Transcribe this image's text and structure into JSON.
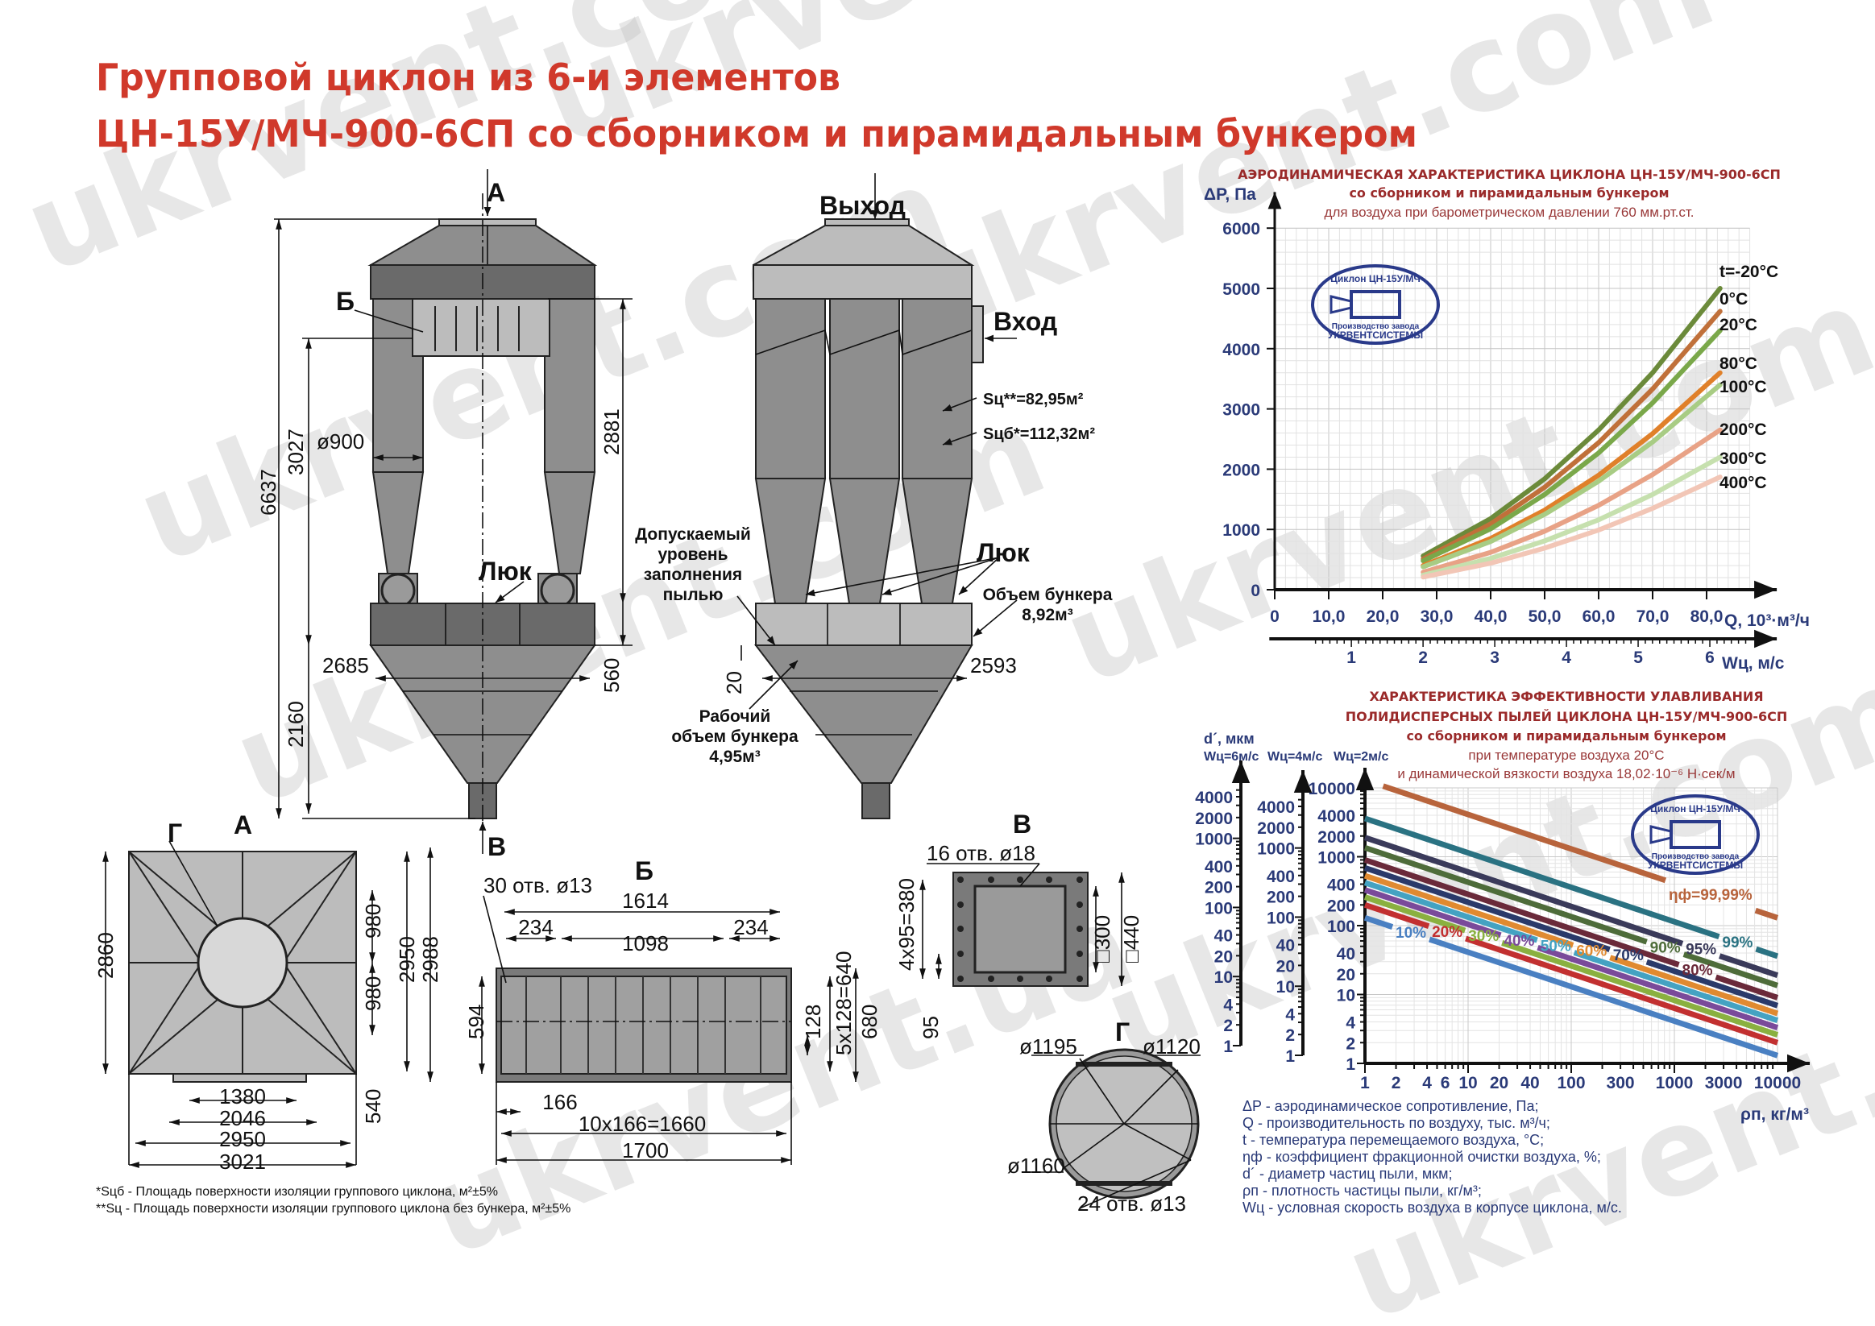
{
  "title": {
    "line1": "Групповой циклон из 6-и элементов",
    "line2": "ЦН-15У/МЧ-900-6СП со сборником и пирамидальным бункером"
  },
  "watermarks": [
    "ukrvent.com",
    "ukrvent.ua",
    "www.ukrvent.com"
  ],
  "front_view": {
    "arrow_a": "А",
    "label_b": "Б",
    "hatch": "Люк",
    "diameter": "ø900",
    "dims": {
      "total": "6637",
      "upper": "3027",
      "lower": "2160",
      "body": "2881",
      "collector": "560",
      "width": "2685"
    },
    "arrow_v": "В"
  },
  "side_view": {
    "outlet": "Выход",
    "inlet": "Вход",
    "s_c": "Sц**=82,95м²",
    "s_cb": "Sцб*=112,32м²",
    "fill_level": [
      "Допускаемый",
      "уровень",
      "заполнения",
      "пылью"
    ],
    "hatch": "Люк",
    "hopper_volume": [
      "Объем бункера",
      "8,92м³"
    ],
    "width": "2593",
    "gap": "20",
    "working_volume": [
      "Рабочий",
      "объем бункера",
      "4,95м³"
    ]
  },
  "view_a": {
    "label": "А",
    "label_g": "Г",
    "dims": {
      "h2860": "2860",
      "h980a": "980",
      "h980b": "980",
      "h2950": "2950",
      "h2988": "2988",
      "h540": "540",
      "w1380": "1380",
      "w2046": "2046",
      "w2950": "2950",
      "w3021": "3021"
    }
  },
  "view_b": {
    "label": "Б",
    "holes": "30 отв. ø13",
    "dims": {
      "w1614": "1614",
      "w234a": "234",
      "w234b": "234",
      "w1098": "1098",
      "h594": "594",
      "h128": "128",
      "h640": "5x128=640",
      "h680": "680",
      "w166": "166",
      "w1660": "10x166=1660",
      "w1700": "1700"
    }
  },
  "view_v": {
    "label": "В",
    "holes": "16 отв. ø18",
    "dims": {
      "h380": "4x95=380",
      "sq300": "□300",
      "sq440": "□440",
      "h95": "95"
    }
  },
  "view_g": {
    "label": "Г",
    "d1195": "ø1195",
    "d1120": "ø1120",
    "d1160": "ø1160",
    "holes": "24 отв. ø13"
  },
  "footnotes": [
    "*Sцб - Площадь поверхности изоляции группового циклона, м²±5%",
    "**Sц - Площадь поверхности изоляции группового циклона без бункера, м²±5%"
  ],
  "stamp": {
    "top": "Циклон ЦН-15У/МЧ",
    "bottom1": "Производство завода",
    "bottom2": "УКРВЕНТСИСТЕМЫ"
  },
  "chart_data": [
    {
      "type": "line",
      "title": "АЭРОДИНАМИЧЕСКАЯ  ХАРАКТЕРИСТИКА  ЦИКЛОНА ЦН-15У/МЧ-900-6СП",
      "subtitle": "со сборником и пирамидальным бункером",
      "note": "для воздуха при барометрическом давлении 760 мм.рт.ст.",
      "ylabel": "ΔP, Па",
      "xlabel": "Q, 10³·м³/ч",
      "x2label": "Wц, м/с",
      "xlim": [
        0,
        88
      ],
      "ylim": [
        0,
        6000
      ],
      "xticks": [
        "0",
        "10,0",
        "20,0",
        "30,0",
        "40,0",
        "50,0",
        "60,0",
        "70,0",
        "80,0"
      ],
      "xtick_values": [
        0,
        10,
        20,
        30,
        40,
        50,
        60,
        70,
        80
      ],
      "yticks": [
        0,
        1000,
        2000,
        3000,
        4000,
        5000,
        6000
      ],
      "x2ticks": [
        1,
        2,
        3,
        4,
        5,
        6
      ],
      "grid": true,
      "x": [
        27.5,
        40,
        50,
        60,
        70,
        82.5
      ],
      "series": [
        {
          "name": "t=-20°C",
          "color": "#6b8a3a",
          "values": [
            560,
            1180,
            1840,
            2650,
            3600,
            5000
          ]
        },
        {
          "name": "0°C",
          "color": "#c0703a",
          "values": [
            510,
            1090,
            1700,
            2440,
            3330,
            4620
          ]
        },
        {
          "name": "20°C",
          "color": "#7aa84a",
          "values": [
            480,
            1010,
            1580,
            2270,
            3100,
            4300
          ]
        },
        {
          "name": "80°C",
          "color": "#e0802a",
          "values": [
            400,
            850,
            1320,
            1900,
            2590,
            3600
          ]
        },
        {
          "name": "100°C",
          "color": "#a8cc84",
          "values": [
            380,
            800,
            1250,
            1800,
            2450,
            3400
          ]
        },
        {
          "name": "200°C",
          "color": "#e8a286",
          "values": [
            290,
            620,
            970,
            1400,
            1910,
            2650
          ]
        },
        {
          "name": "300°C",
          "color": "#c6e0ae",
          "values": [
            240,
            520,
            810,
            1160,
            1580,
            2200
          ]
        },
        {
          "name": "400°C",
          "color": "#f2c6b6",
          "values": [
            210,
            440,
            690,
            990,
            1350,
            1870
          ]
        }
      ]
    },
    {
      "type": "line",
      "title": "ХАРАКТЕРИСТИКА  ЭФФЕКТИВНОСТИ УЛАВЛИВАНИЯ",
      "title2": "ПОЛИДИСПЕРСНЫХ ПЫЛЕЙ ЦИКЛОНА ЦН-15У/МЧ-900-6СП",
      "subtitle": "со сборником  и пирамидальным бункером",
      "note1": "при температуре воздуха 20°C",
      "note2": "и динамической вязкости воздуха  18,02·10⁻⁶ Н·сек/м",
      "ylabel": "d´, мкм",
      "xlabel": "ρп, кг/м³",
      "x_scale": "log",
      "y_scale": "log",
      "xlim": [
        1,
        10000
      ],
      "ylim": [
        1,
        10000
      ],
      "xticks": [
        1,
        2,
        4,
        6,
        10,
        20,
        40,
        100,
        300,
        1000,
        3000,
        10000
      ],
      "yticks": [
        1,
        2,
        4,
        10,
        20,
        40,
        100,
        200,
        400,
        1000,
        2000,
        4000,
        10000
      ],
      "extra_axes": [
        {
          "label": "Wц=6м/с",
          "ticks": [
            1,
            2,
            4,
            10,
            20,
            40,
            100,
            200,
            400,
            1000,
            2000,
            4000
          ]
        },
        {
          "label": "Wц=4м/с",
          "ticks": [
            1,
            2,
            4,
            10,
            20,
            40,
            100,
            200,
            400,
            1000,
            2000,
            4000
          ]
        },
        {
          "label": "Wц=2м/с"
        }
      ],
      "grid": true,
      "series": [
        {
          "name": "ηф=99,99%",
          "color": "#b8643c",
          "x": [
            1.5,
            10000
          ],
          "values": [
            10600,
            130
          ],
          "label_at": 2240
        },
        {
          "name": "99%",
          "color": "#2a7282",
          "x": [
            1,
            10000
          ],
          "values": [
            3600,
            36
          ],
          "label_at": 4100
        },
        {
          "name": "95%",
          "color": "#3a3a5a",
          "x": [
            1,
            10000
          ],
          "values": [
            1900,
            19
          ],
          "label_at": 2600
        },
        {
          "name": "90%",
          "color": "#4e6c3a",
          "x": [
            1,
            10000
          ],
          "values": [
            1350,
            13.5
          ],
          "label_at": 1350
        },
        {
          "name": "80%",
          "color": "#6a2a3a",
          "x": [
            1,
            10000
          ],
          "values": [
            900,
            9
          ],
          "label_at": 940
        },
        {
          "name": "70%",
          "color": "#2a3a6a",
          "x": [
            1,
            10000
          ],
          "values": [
            690,
            6.9
          ],
          "label_at": 530
        },
        {
          "name": "60%",
          "color": "#e08a30",
          "x": [
            1,
            10000
          ],
          "values": [
            530,
            5.3
          ],
          "label_at": 280
        },
        {
          "name": "50%",
          "color": "#44a2c2",
          "x": [
            1,
            10000
          ],
          "values": [
            420,
            4.2
          ],
          "label_at": 140
        },
        {
          "name": "40%",
          "color": "#7a4a9a",
          "x": [
            1,
            10000
          ],
          "values": [
            330,
            3.3
          ],
          "label_at": 62
        },
        {
          "name": "30%",
          "color": "#8ab040",
          "x": [
            1,
            10000
          ],
          "values": [
            260,
            2.6
          ],
          "label_at": 28
        },
        {
          "name": "20%",
          "color": "#c23030",
          "x": [
            1,
            10000
          ],
          "values": [
            200,
            2
          ],
          "label_at": 12
        },
        {
          "name": "10%",
          "color": "#4a80c2",
          "x": [
            1,
            10000
          ],
          "values": [
            130,
            1.3
          ],
          "label_at": 3
        }
      ]
    }
  ],
  "legend": [
    "ΔP - аэродинамическое сопротивление, Па;",
    "Q - производительность по воздуху, тыс. м³/ч;",
    "t - температура перемещаемого воздуха, °С;",
    "ηф - коэффициент фракционной очистки воздуха, %;",
    "d´ - диаметр частиц пыли, мкм;",
    "ρп - плотность частицы пыли, кг/м³;",
    "Wц - условная скорость воздуха в корпусе циклона, м/с."
  ]
}
